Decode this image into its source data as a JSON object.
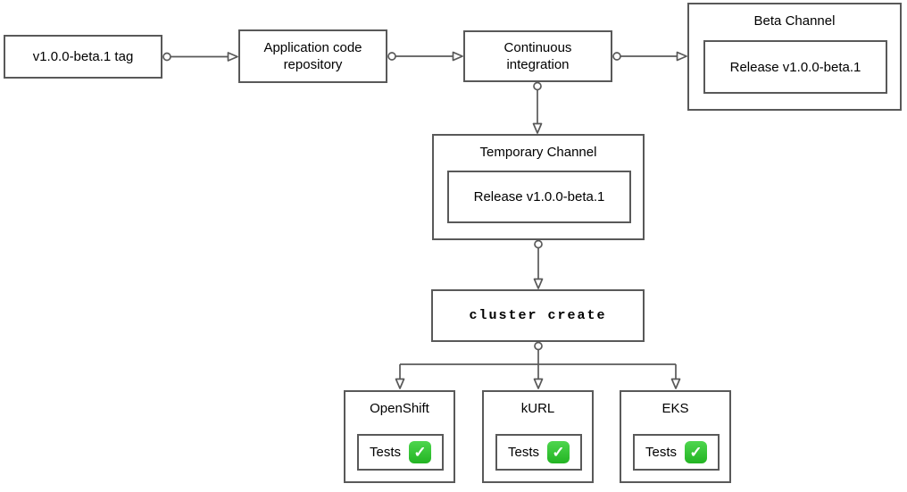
{
  "diagram": {
    "background_color": "#ffffff",
    "stroke_color": "#595959",
    "text_color": "#000000",
    "check_green": "#2fbe2f",
    "nodes": {
      "tag": {
        "label": "v1.0.0-beta.1 tag"
      },
      "repo": {
        "label": "Application code repository"
      },
      "ci": {
        "label": "Continuous integration"
      },
      "beta_channel": {
        "title": "Beta Channel",
        "release_label": "Release v1.0.0-beta.1"
      },
      "temporary_channel": {
        "title": "Temporary Channel",
        "release_label": "Release v1.0.0-beta.1"
      },
      "cluster_create": {
        "label": "cluster create"
      },
      "clusters": [
        {
          "title": "OpenShift",
          "tests_label": "Tests",
          "check_icon_name": "white-check-mark-on-green",
          "check_glyph": "✓"
        },
        {
          "title": "kURL",
          "tests_label": "Tests",
          "check_icon_name": "white-check-mark-on-green",
          "check_glyph": "✓"
        },
        {
          "title": "EKS",
          "tests_label": "Tests",
          "check_icon_name": "white-check-mark-on-green",
          "check_glyph": "✓"
        }
      ]
    }
  }
}
